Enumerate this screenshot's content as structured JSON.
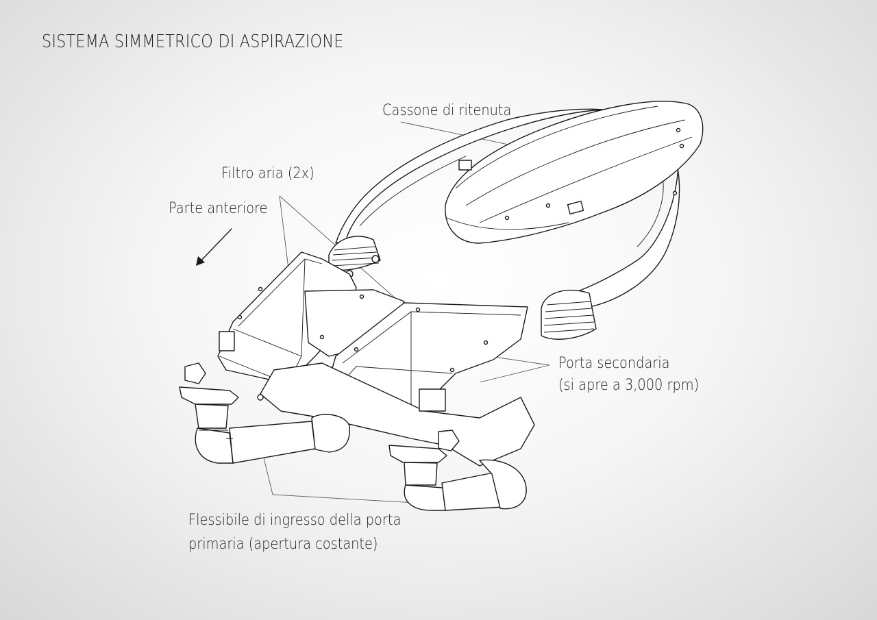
{
  "title": "SISTEMA SIMMETRICO DI ASPIRAZIONE",
  "labels": {
    "surge_tank": "Cassone di ritenuta",
    "air_filter": "Filtro aria (2x)",
    "front": "Parte anteriore",
    "secondary_port_line1": "Porta secondaria",
    "secondary_port_line2": "(si apre a 3,000 rpm)",
    "primary_hose_line1": "Flessibile di ingresso della porta",
    "primary_hose_line2": "primaria (apertura costante)"
  },
  "icons": {
    "front_arrow": "arrow-down-left-icon"
  }
}
